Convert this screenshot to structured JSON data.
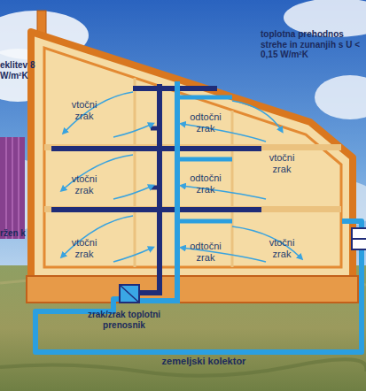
{
  "diagram": {
    "labels": [
      "eklitev 8 W/m²K",
      "toplotna prehodnos strehe in zunanjih s U < 0,15 W/m²K",
      "vtočni zrak",
      "odtočni zrak",
      "vtočni zrak",
      "vtočni zrak",
      "odtočni zrak",
      "vtočni zrak",
      "odtočni zrak",
      "vtočni zrak",
      "ržen k",
      "zrak/zrak toplotni prenosnik",
      "zemeljski kolektor"
    ]
  }
}
